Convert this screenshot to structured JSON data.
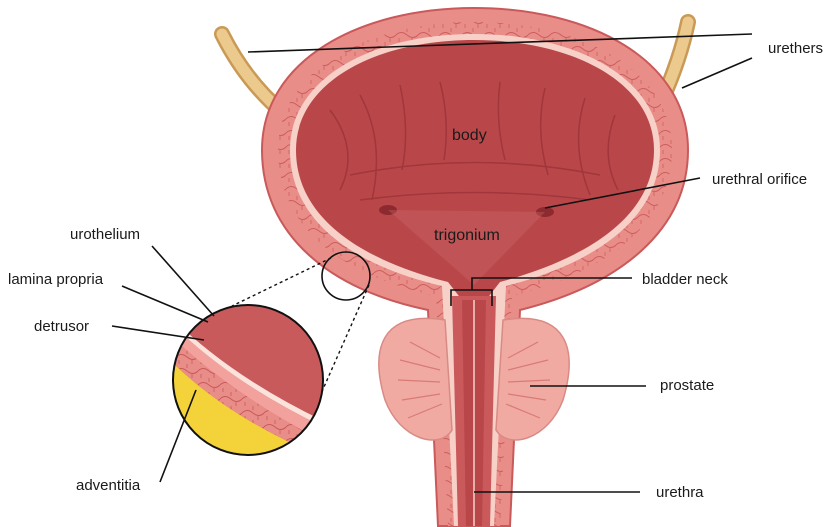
{
  "labels": {
    "urethers": "urethers",
    "body": "body",
    "urethral_orifice": "urethral orifice",
    "trigonium": "trigonium",
    "urothelium": "urothelium",
    "lamina_propria": "lamina propria",
    "detrusor": "detrusor",
    "bladder_neck": "bladder neck",
    "prostate": "prostate",
    "adventitia": "adventitia",
    "urethra": "urethra"
  },
  "colors": {
    "bladder_wall": "#e98d88",
    "bladder_wall_dark": "#c9595a",
    "lumen": "#b9474a",
    "lumen_light": "#cf6a6a",
    "mucosa_edge": "#f7d0c8",
    "ureter": "#e8c38a",
    "prostate": "#f0aaa2",
    "adventitia": "#f3d23a"
  }
}
